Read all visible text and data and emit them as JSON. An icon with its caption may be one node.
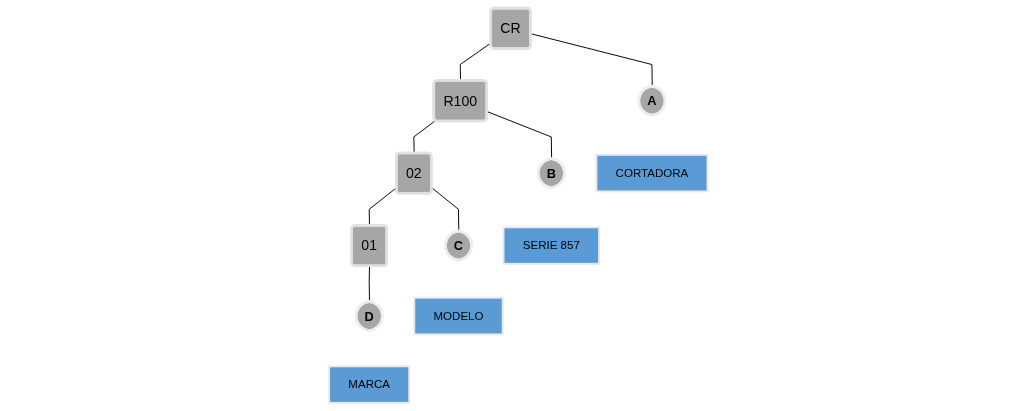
{
  "diagram": {
    "nodes": [
      {
        "text": [
          "CR"
        ]
      },
      {
        "text": [
          "R100"
        ]
      },
      {
        "text": [
          "02"
        ]
      },
      {
        "text": [
          "01"
        ]
      },
      {
        "text": [
          "A"
        ]
      },
      {
        "text": [
          "B"
        ]
      },
      {
        "text": [
          "C"
        ]
      },
      {
        "text": [
          "D"
        ]
      },
      {
        "text": [
          "CORTADORA"
        ]
      },
      {
        "text": [
          "SERIE 857"
        ]
      },
      {
        "text": [
          "MODELO"
        ]
      },
      {
        "text": [
          "MARCA"
        ]
      }
    ],
    "edges": [
      {
        "from": 0,
        "to": 1,
        "arrow": "none"
      },
      {
        "from": 1,
        "to": 2,
        "arrow": "none"
      },
      {
        "from": 2,
        "to": 3,
        "arrow": "none"
      },
      {
        "from": 0,
        "to": 4,
        "arrow": "none"
      },
      {
        "from": 1,
        "to": 5,
        "arrow": "none"
      },
      {
        "from": 2,
        "to": 6,
        "arrow": "none"
      },
      {
        "from": 3,
        "to": 7,
        "arrow": "none"
      }
    ]
  }
}
